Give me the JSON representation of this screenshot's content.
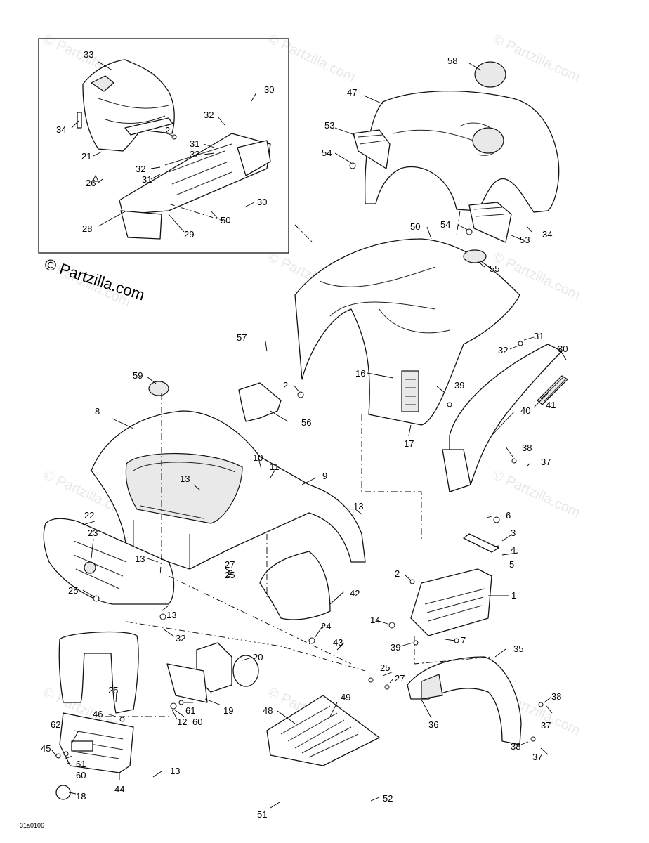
{
  "diagram": {
    "copyright": "© Partzilla.com",
    "watermark": "© Partzilla.com",
    "diagram_code": "31a0106",
    "callouts": {
      "c1": "1",
      "c2a": "2",
      "c2b": "2",
      "c2c": "2",
      "c3": "3",
      "c4": "4",
      "c5": "5",
      "c6": "6",
      "c7": "7",
      "c8": "8",
      "c9": "9",
      "c10": "10",
      "c11": "11",
      "c12": "12",
      "c13a": "13",
      "c13b": "13",
      "c13c": "13",
      "c13d": "13",
      "c13e": "13",
      "c14": "14",
      "c16": "16",
      "c17": "17",
      "c18": "18",
      "c19": "19",
      "c20": "20",
      "c21": "21",
      "c22": "22",
      "c23": "23",
      "c24": "24",
      "c25a": "25",
      "c25b": "25",
      "c25c": "25",
      "c25d": "25",
      "c26": "26",
      "c27a": "27",
      "c27b": "27",
      "c28": "28",
      "c29": "29",
      "c30a": "30",
      "c30b": "30",
      "c30c": "30",
      "c31a": "31",
      "c31b": "31",
      "c31c": "31",
      "c32a": "32",
      "c32b": "32",
      "c32c": "32",
      "c32d": "32",
      "c33": "33",
      "c34a": "34",
      "c34b": "34",
      "c35": "35",
      "c36": "36",
      "c37a": "37",
      "c37b": "37",
      "c37c": "37",
      "c38a": "38",
      "c38b": "38",
      "c38c": "38",
      "c39a": "39",
      "c39b": "39",
      "c40": "40",
      "c41": "41",
      "c42": "42",
      "c43": "43",
      "c44": "44",
      "c45": "45",
      "c46": "46",
      "c47": "47",
      "c48": "48",
      "c49": "49",
      "c50a": "50",
      "c50b": "50",
      "c51": "51",
      "c52": "52",
      "c53a": "53",
      "c53b": "53",
      "c54a": "54",
      "c54b": "54",
      "c55": "55",
      "c56": "56",
      "c57": "57",
      "c58": "58",
      "c59": "59",
      "c60a": "60",
      "c60b": "60",
      "c61a": "61",
      "c61b": "61",
      "c62": "62"
    }
  }
}
